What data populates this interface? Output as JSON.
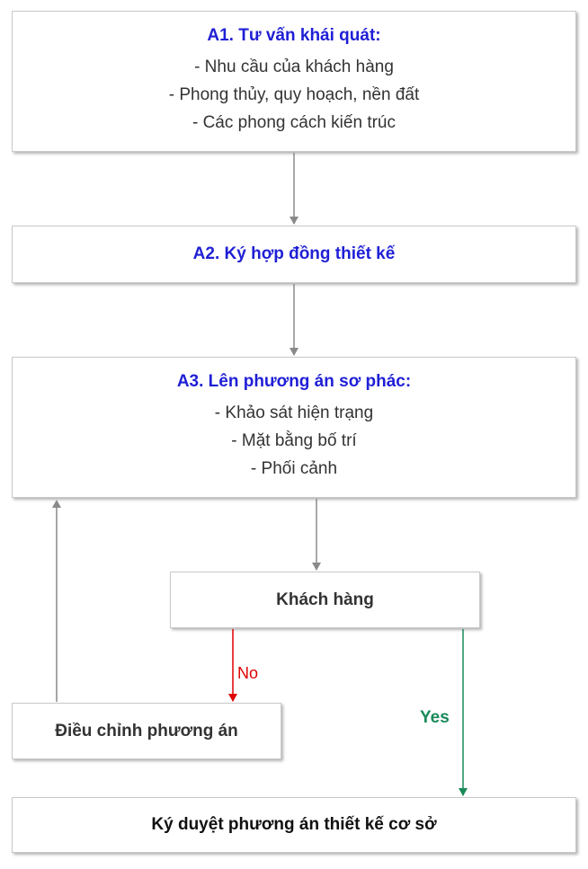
{
  "nodes": {
    "a1": {
      "title": "A1. Tư vấn khái quát:",
      "lines": [
        "- Nhu cầu của khách hàng",
        "- Phong thủy, quy hoạch, nền đất",
        "- Các phong cách kiến trúc"
      ]
    },
    "a2": {
      "title": "A2. Ký hợp đồng thiết kế"
    },
    "a3": {
      "title": "A3. Lên phương án sơ phác:",
      "lines": [
        "- Khảo sát hiện trạng",
        "- Mặt bằng bố trí",
        "- Phối cảnh"
      ]
    },
    "customer": {
      "title": "Khách hàng"
    },
    "adjust": {
      "title": "Điều chỉnh phương án"
    },
    "approve": {
      "title": "Ký duyệt phương án thiết kế cơ sở"
    }
  },
  "edges": {
    "no_label": "No",
    "yes_label": "Yes"
  },
  "colors": {
    "title_blue": "#1f1fd6",
    "arrow_gray": "#8a8a8a",
    "no_red": "#e00000",
    "yes_green": "#1a8a5a"
  }
}
